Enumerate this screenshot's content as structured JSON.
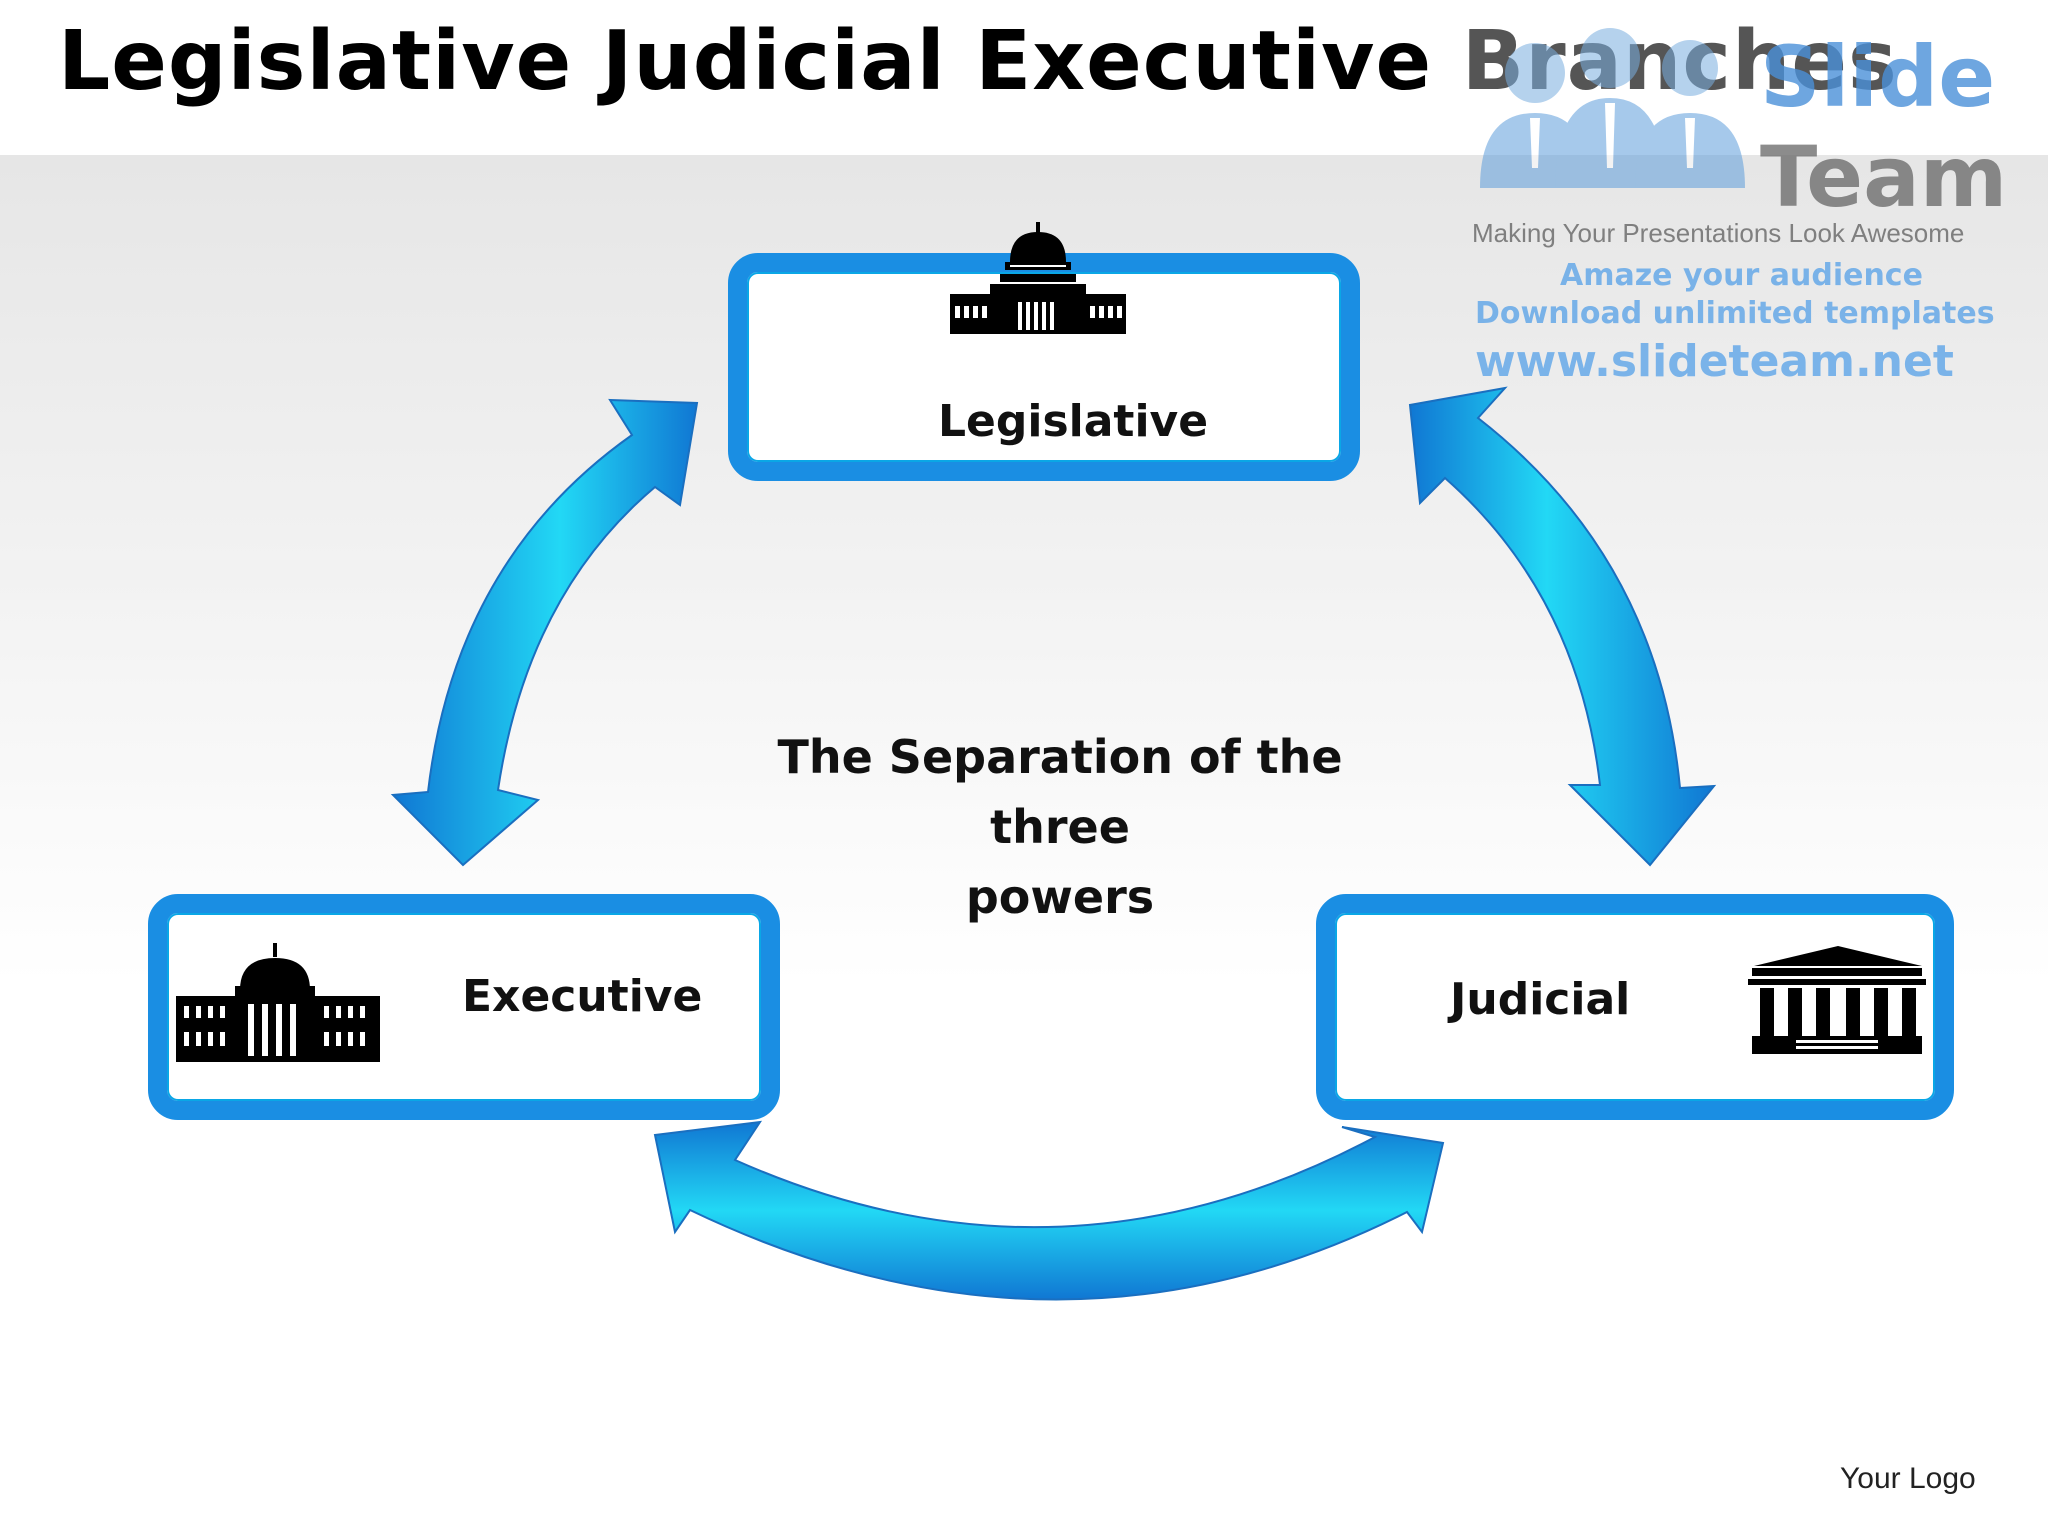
{
  "slide": {
    "title_main": "Legislative Judicial Executive",
    "title_rest": "Branches",
    "center_text_line1": "The Separation of the  three",
    "center_text_line2": "powers",
    "logo_placeholder": "Your Logo"
  },
  "branches": {
    "legislative": {
      "label": "Legislative",
      "icon": "capitol-building-icon"
    },
    "executive": {
      "label": "Executive",
      "icon": "white-house-icon"
    },
    "judicial": {
      "label": "Judicial",
      "icon": "courthouse-icon"
    }
  },
  "watermark": {
    "brand_line1": "Slide",
    "brand_line2": "Team",
    "tagline": "Making Your Presentations Look Awesome",
    "promo_line1": "Amaze your audience",
    "promo_line2": "Download unlimited templates",
    "url": "www.slideteam.net"
  },
  "colors": {
    "accent_blue": "#1a8ee3",
    "arrow_light": "#22d8f5",
    "arrow_dark": "#1077d3"
  }
}
